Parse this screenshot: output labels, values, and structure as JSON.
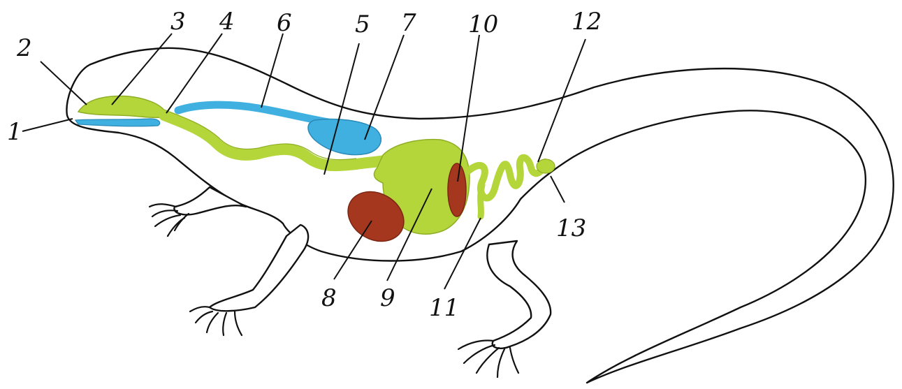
{
  "labels": {
    "l1": "1",
    "l2": "2",
    "l3": "3",
    "l4": "4",
    "l5": "5",
    "l6": "6",
    "l7": "7",
    "l8": "8",
    "l9": "9",
    "l10": "10",
    "l11": "11",
    "l12": "12",
    "l13": "13"
  },
  "colors": {
    "digestive": "#b5d63b",
    "respiratory": "#3fb0e0",
    "organ": "#a6371f",
    "outline": "#111111",
    "background": "#ffffff"
  }
}
